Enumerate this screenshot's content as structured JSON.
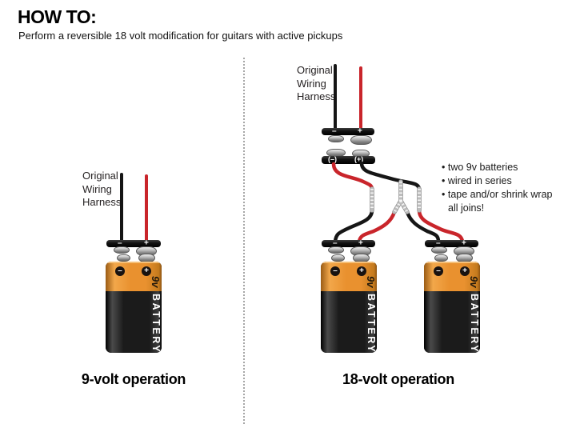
{
  "header": {
    "title": "HOW TO:",
    "subtitle": "Perform a reversible 18 volt modification for guitars with active pickups"
  },
  "left_diagram": {
    "harness_label": "Original\nWiring\nHarness",
    "caption": "9-volt operation"
  },
  "right_diagram": {
    "harness_label": "Original\nWiring\nHarness",
    "caption": "18-volt operation",
    "notes": [
      "• two 9v batteries",
      "• wired in series",
      "• tape and/or shrink wrap",
      "all joins!"
    ]
  },
  "battery": {
    "voltage": "9v",
    "brand": "BATTERY",
    "terminal_minus": "–",
    "terminal_plus": "+"
  },
  "clip": {
    "minus": "–",
    "plus": "+",
    "minus_paren": "(–)",
    "plus_paren": "(+)"
  },
  "colors": {
    "wire_red": "#c9252b",
    "wire_black": "#151515",
    "battery_orange": "#e9912f",
    "battery_body": "#1b1b1b",
    "divider_gray": "#a6a6a6"
  }
}
